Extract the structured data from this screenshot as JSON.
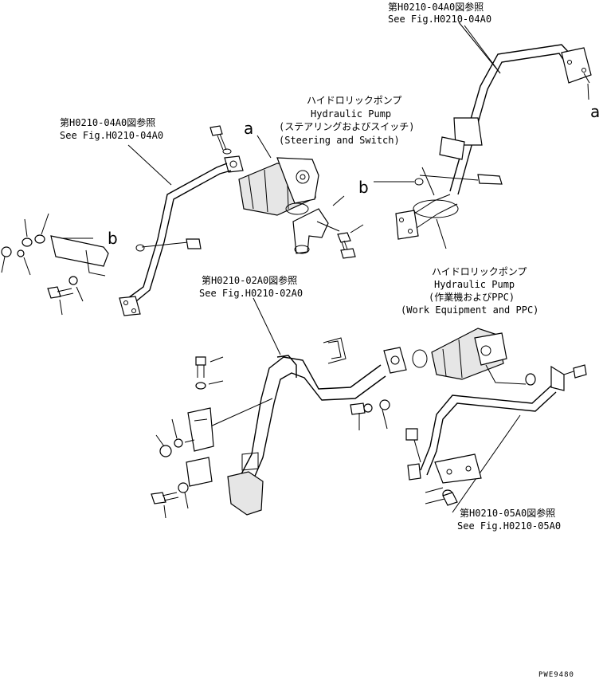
{
  "references": {
    "ref1": {
      "jp": "第H0210-04A0図参照",
      "en": "See Fig.H0210-04A0"
    },
    "ref2": {
      "jp": "第H0210-04A0図参照",
      "en": "See Fig.H0210-04A0"
    },
    "ref3": {
      "jp": "第H0210-02A0図参照",
      "en": "See Fig.H0210-02A0"
    },
    "ref4": {
      "jp": "第H0210-05A0図参照",
      "en": "See Fig.H0210-05A0"
    }
  },
  "pumps": {
    "steering": {
      "jp": "ハイドロリックポンプ",
      "en": "Hydraulic Pump",
      "sub_jp": "(ステアリングおよびスイッチ)",
      "sub_en": "(Steering and Switch)"
    },
    "work": {
      "jp": "ハイドロリックポンプ",
      "en": "Hydraulic Pump",
      "sub_jp": "(作業機およびPPC)",
      "sub_en": "(Work Equipment and PPC)"
    }
  },
  "markers": {
    "a_top_right": "a",
    "a_center": "a",
    "b_right": "b",
    "b_left": "b"
  },
  "drawing_code": "PWE9480"
}
